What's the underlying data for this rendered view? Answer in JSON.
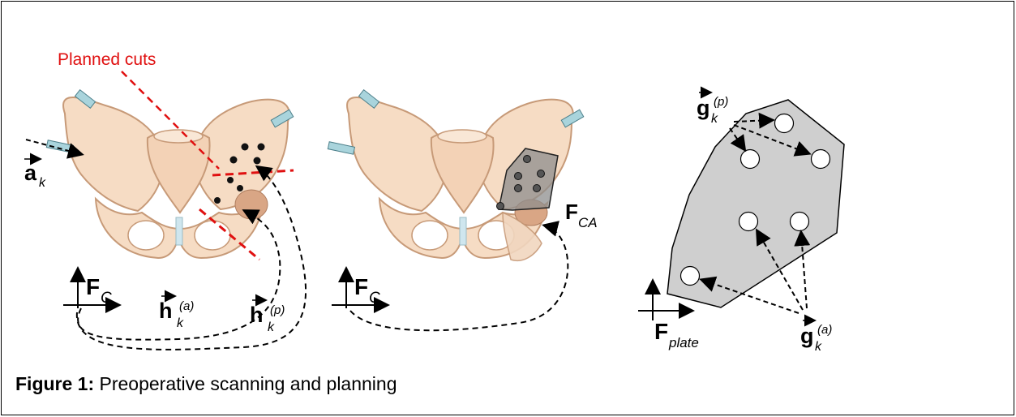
{
  "annotation": {
    "planned_cuts": "Planned cuts"
  },
  "symbols": {
    "a_k": "a",
    "k": "k",
    "h": "h",
    "sup_a": "(a)",
    "sup_p": "(p)",
    "g": "g",
    "F": "F",
    "sub_C": "C",
    "sub_CA": "CA",
    "sub_plate": "plate"
  },
  "caption": {
    "label": "Figure 1:",
    "text": " Preoperative scanning and planning"
  },
  "colors": {
    "cut": "#e01010",
    "bone": "#f6dcc4",
    "bone_edge": "#c79a78",
    "marker": "#a9d4dc",
    "plate": "#cfcfcf"
  }
}
